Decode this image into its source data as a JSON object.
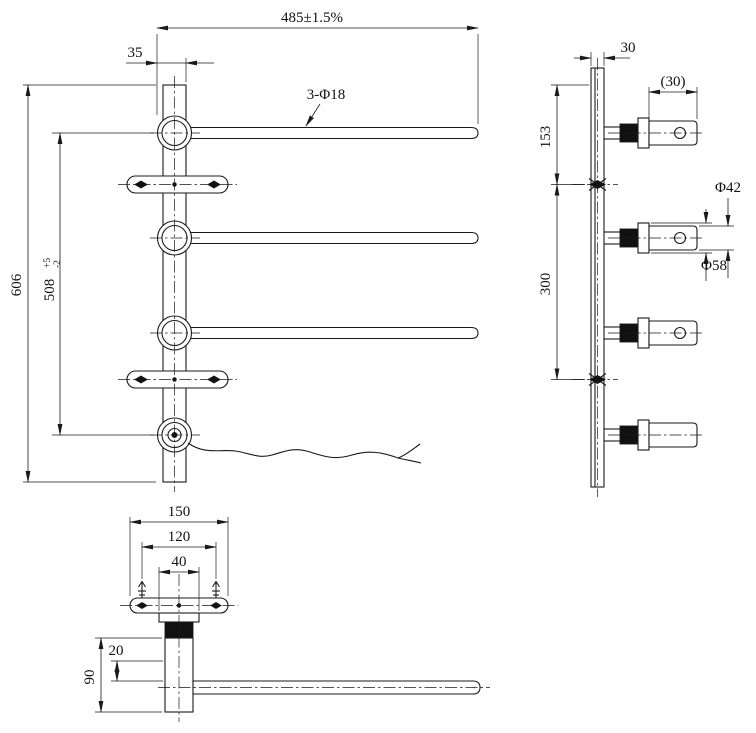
{
  "drawing_title": "wall-mounted-towel-rack-engineering-drawing",
  "front_view": {
    "dim_bar_length": "485±1.5%",
    "dim_post_offset": "35",
    "dim_overall_height": "606",
    "dim_center_span": "508",
    "dim_center_span_tol_upper": "+5",
    "dim_center_span_tol_lower": "-2",
    "label_holes": "3-Φ18"
  },
  "side_view": {
    "dim_plate_depth": "30",
    "dim_bracket_length": "(30)",
    "dim_top_spacing": "153",
    "dim_anchor_spacing": "300",
    "dim_bar_diameter": "Φ42",
    "dim_base_diameter": "Φ58"
  },
  "bottom_view": {
    "dim_bracket_width": "150",
    "dim_screw_spacing": "120",
    "dim_stem_width": "40",
    "dim_depth": "90",
    "dim_bar_offset": "20"
  }
}
